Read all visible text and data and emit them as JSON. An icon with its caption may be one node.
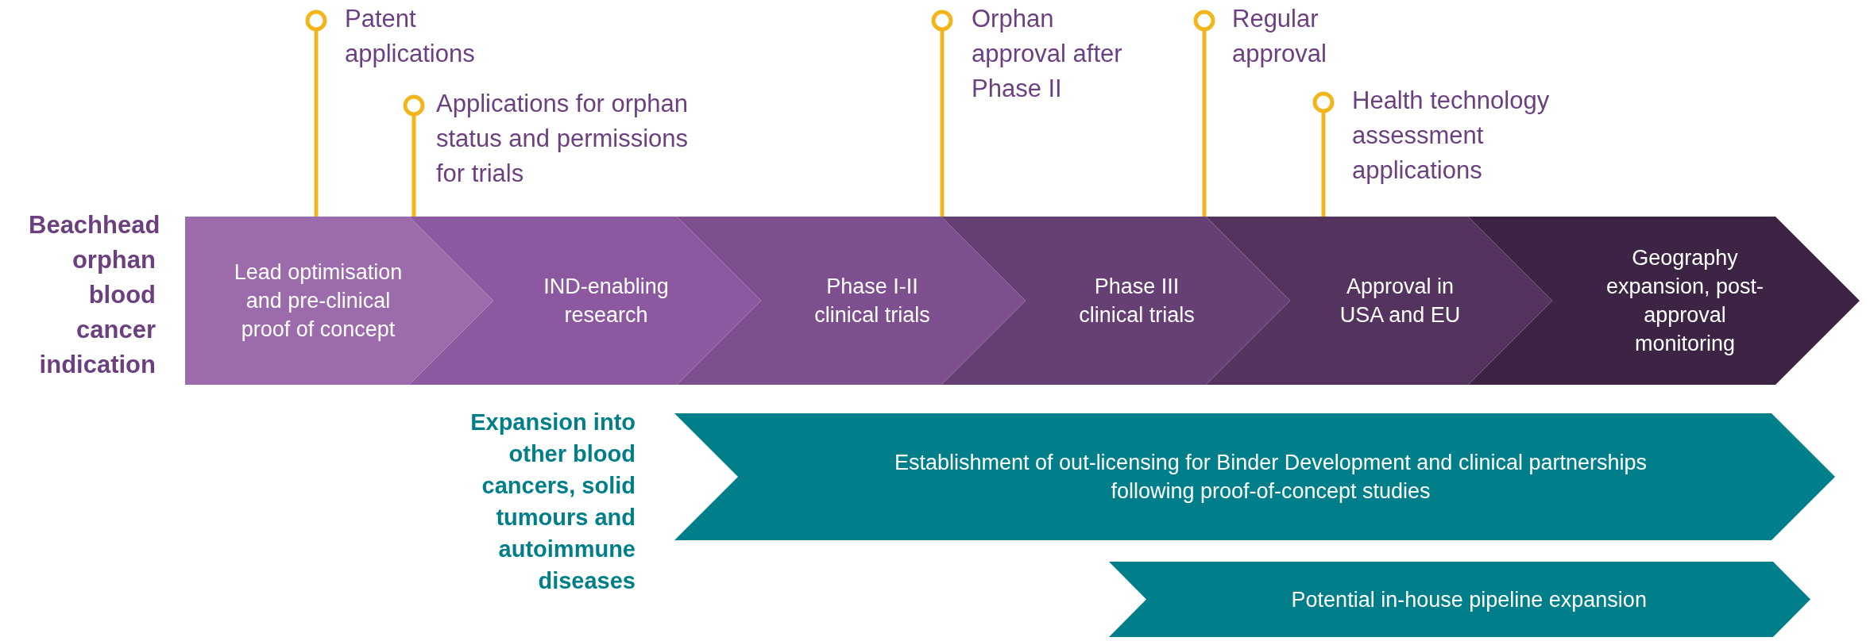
{
  "diagram": {
    "nodes": [
      {
        "text": [
          "Lead optimisation and pre-clinical proof of concept"
        ]
      },
      {
        "text": [
          "IND-enabling research"
        ]
      },
      {
        "text": [
          "Phase I-II clinical trials"
        ]
      },
      {
        "text": [
          "Phase III clinical trials"
        ]
      },
      {
        "text": [
          "Approval in USA and EU"
        ]
      },
      {
        "text": [
          "Geography expansion, post-approval monitoring"
        ]
      },
      {
        "text": [
          "Establishment of out-licensing for Binder Development and clinical partnerships following proof-of-concept studies"
        ]
      },
      {
        "text": [
          "Potential in-house pipeline expansion"
        ]
      }
    ],
    "labels": [
      "Patent applications",
      "Applications for orphan status and permissions for trials",
      "Orphan approval after Phase II",
      "Regular approval",
      "Health technology assessment applications",
      "Beachhead orphan blood cancer indication",
      "Expansion into other blood cancers, solid tumours and autoimmune diseases"
    ]
  }
}
